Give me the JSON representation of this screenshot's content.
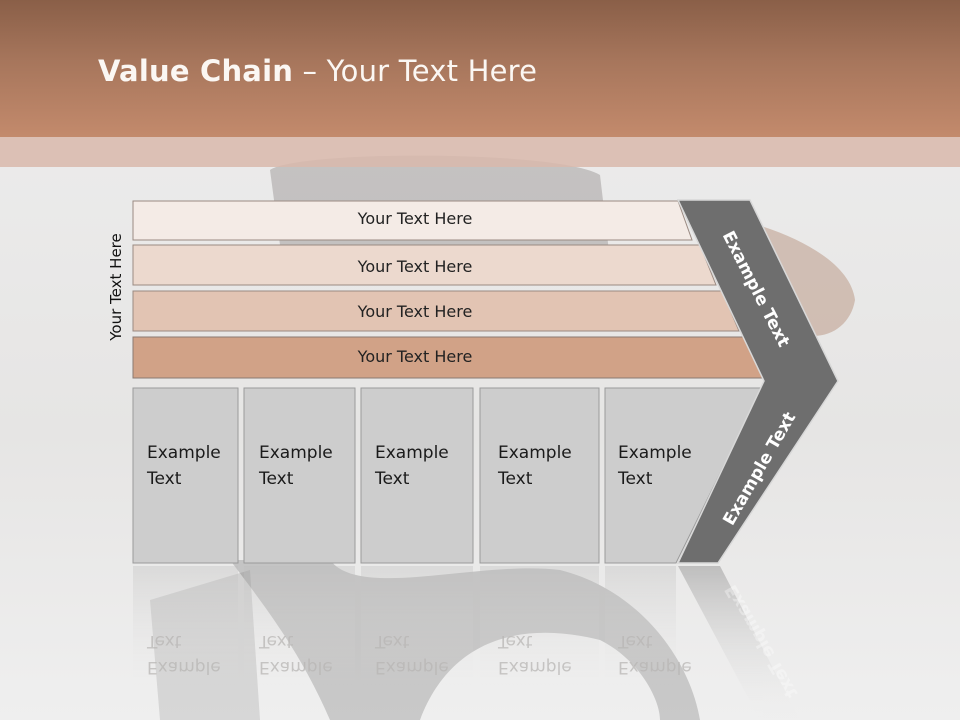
{
  "slide": {
    "title_bold": "Value Chain",
    "title_rest": " – Your Text Here",
    "side_label": "Your Text Here"
  },
  "bands": [
    {
      "label": "Your Text Here",
      "color": "#f4ebe6"
    },
    {
      "label": "Your Text Here",
      "color": "#ecd9ce"
    },
    {
      "label": "Your Text Here",
      "color": "#e2c4b3"
    },
    {
      "label": "Your Text Here",
      "color": "#d1a287"
    }
  ],
  "cells": [
    {
      "line1": "Example",
      "line2": "Text"
    },
    {
      "line1": "Example",
      "line2": "Text"
    },
    {
      "line1": "Example",
      "line2": "Text"
    },
    {
      "line1": "Example",
      "line2": "Text"
    },
    {
      "line1": "Example",
      "line2": "Text"
    }
  ],
  "chevron": {
    "upper_label": "Example Text",
    "lower_label": "Example Text",
    "color": "#6e6e6e"
  },
  "colors": {
    "header": "#a8775d",
    "cell_fill": "#cdcdcd",
    "cell_border": "#9a9a9a"
  }
}
